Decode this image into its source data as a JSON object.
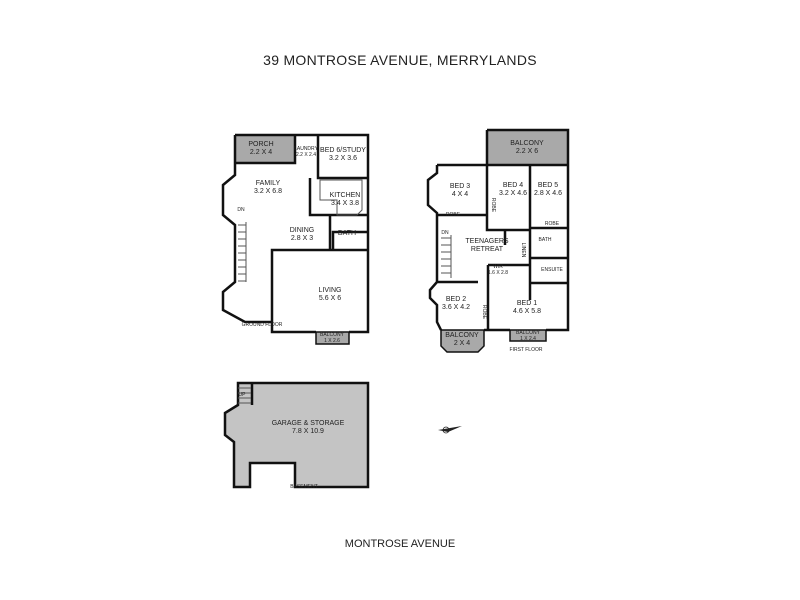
{
  "title": "39 MONTROSE AVENUE, MERRYLANDS",
  "street": "MONTROSE AVENUE",
  "colors": {
    "wall": "#111111",
    "outdoor_fill": "#a9a9a9",
    "basement_fill": "#c4c4c4"
  },
  "ground_floor": {
    "label": "GROUND FLOOR",
    "rooms": [
      {
        "name": "PORCH",
        "size": "2.2 X 4"
      },
      {
        "name": "LAUNDRY",
        "size": "2.2 X 2.4"
      },
      {
        "name": "BED 6/STUDY",
        "size": "3.2 X 3.6"
      },
      {
        "name": "FAMILY",
        "size": "3.2 X 6.8"
      },
      {
        "name": "KITCHEN",
        "size": "3.4 X 3.8"
      },
      {
        "name": "DINING",
        "size": "2.8 X 3"
      },
      {
        "name": "BATH",
        "size": ""
      },
      {
        "name": "LIVING",
        "size": "5.6 X 6"
      },
      {
        "name": "BALCONY",
        "size": "1 X 2.6"
      }
    ],
    "stair_label": "DN"
  },
  "first_floor": {
    "label": "FIRST FLOOR",
    "rooms": [
      {
        "name": "BALCONY",
        "size": "2.2 X 6"
      },
      {
        "name": "BED 3",
        "size": "4 X 4"
      },
      {
        "name": "BED 4",
        "size": "3.2 X 4.6"
      },
      {
        "name": "BED 5",
        "size": "2.8 X 4.6"
      },
      {
        "name": "TEENAGERS",
        "size": "RETREAT"
      },
      {
        "name": "WIR",
        "size": "1.6 X 2.8"
      },
      {
        "name": "BED 2",
        "size": "3.6 X 4.2"
      },
      {
        "name": "BED 1",
        "size": "4.6 X 5.8"
      },
      {
        "name": "BALCONY",
        "size": "2 X 4"
      },
      {
        "name": "BALCONY",
        "size": "1 X 2.4"
      }
    ],
    "minor": [
      "ROBE",
      "ROBE",
      "ROBE",
      "ROBE",
      "BATH",
      "ENSUITE",
      "LINEN",
      "DN"
    ]
  },
  "basement": {
    "label": "BASEMENT",
    "rooms": [
      {
        "name": "GARAGE & STORAGE",
        "size": "7.8 X 10.9"
      }
    ],
    "stair_label": "UP"
  },
  "compass_icon": "north-arrow-icon"
}
